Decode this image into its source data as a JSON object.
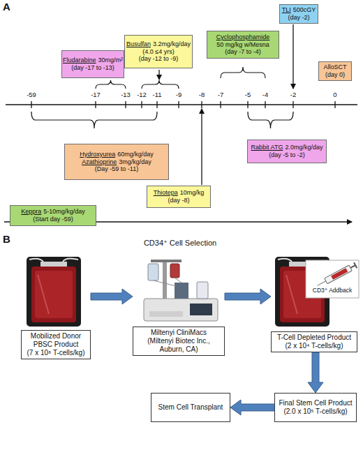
{
  "diagram": {
    "nodes": [
      {
        "text": [
          "TLI",
          "500cGY",
          "(day -2)"
        ]
      },
      {
        "text": [
          "Cyclophosphamide",
          "50 mg/kg w/Mesna",
          "(day -7 to -4)"
        ]
      },
      {
        "text": [
          "Busulfan",
          "3.2mg/kg/day",
          "(4.0 ≤4 yrs)",
          "(day -12 to -9)"
        ]
      },
      {
        "text": [
          "Fludarabine",
          "30mg/m²",
          "(day -17 to -13)"
        ]
      },
      {
        "text": [
          "AlloSCT",
          "(day 0)"
        ]
      },
      {
        "text": [
          "Hydroxyurea",
          "60mg/kg/day",
          "Azathioprine",
          "3mg/kg/day",
          "(Day -59 to -11)"
        ]
      },
      {
        "text": [
          "Rabbit ATG",
          "2.0mg/kg/day",
          "(day -5 to -2)"
        ]
      },
      {
        "text": [
          "Thiotepa",
          "10mg/kg",
          "(day -8)"
        ]
      },
      {
        "text": [
          "Keppra",
          "5-10mg/kg/day",
          "(Start day -59)"
        ]
      },
      {
        "text": [
          "Mobilized Donor PBSC Product",
          "(7 x 10⁸ T-cells/kg)"
        ]
      },
      {
        "text": [
          "Miltenyi CliniMacs",
          "(Miltenyi Biotec Inc., Auburn, CA)"
        ]
      },
      {
        "text": [
          "T-Cell Depleted Product",
          "(2 x 10⁴ T-cells/kg)"
        ]
      },
      {
        "text": [
          "Final Stem Cell Product",
          "(2.0 x 10⁵ T-cells/kg)"
        ]
      },
      {
        "text": [
          "Stem Cell Transplant"
        ]
      }
    ],
    "edges": [
      {
        "from": 9,
        "to": 10,
        "arrow": "to"
      },
      {
        "from": 10,
        "to": 11,
        "arrow": "to"
      },
      {
        "from": 11,
        "to": 12,
        "arrow": "to"
      },
      {
        "from": 12,
        "to": 13,
        "arrow": "to"
      }
    ],
    "labels": [
      "A",
      "-59",
      "-17",
      "-13",
      "-12",
      "-11",
      "-9",
      "-8",
      "-7",
      "-5",
      "-4",
      "-2",
      "0",
      "B",
      "CD34⁺ Cell Selection",
      "CD3⁺ Addback"
    ]
  }
}
